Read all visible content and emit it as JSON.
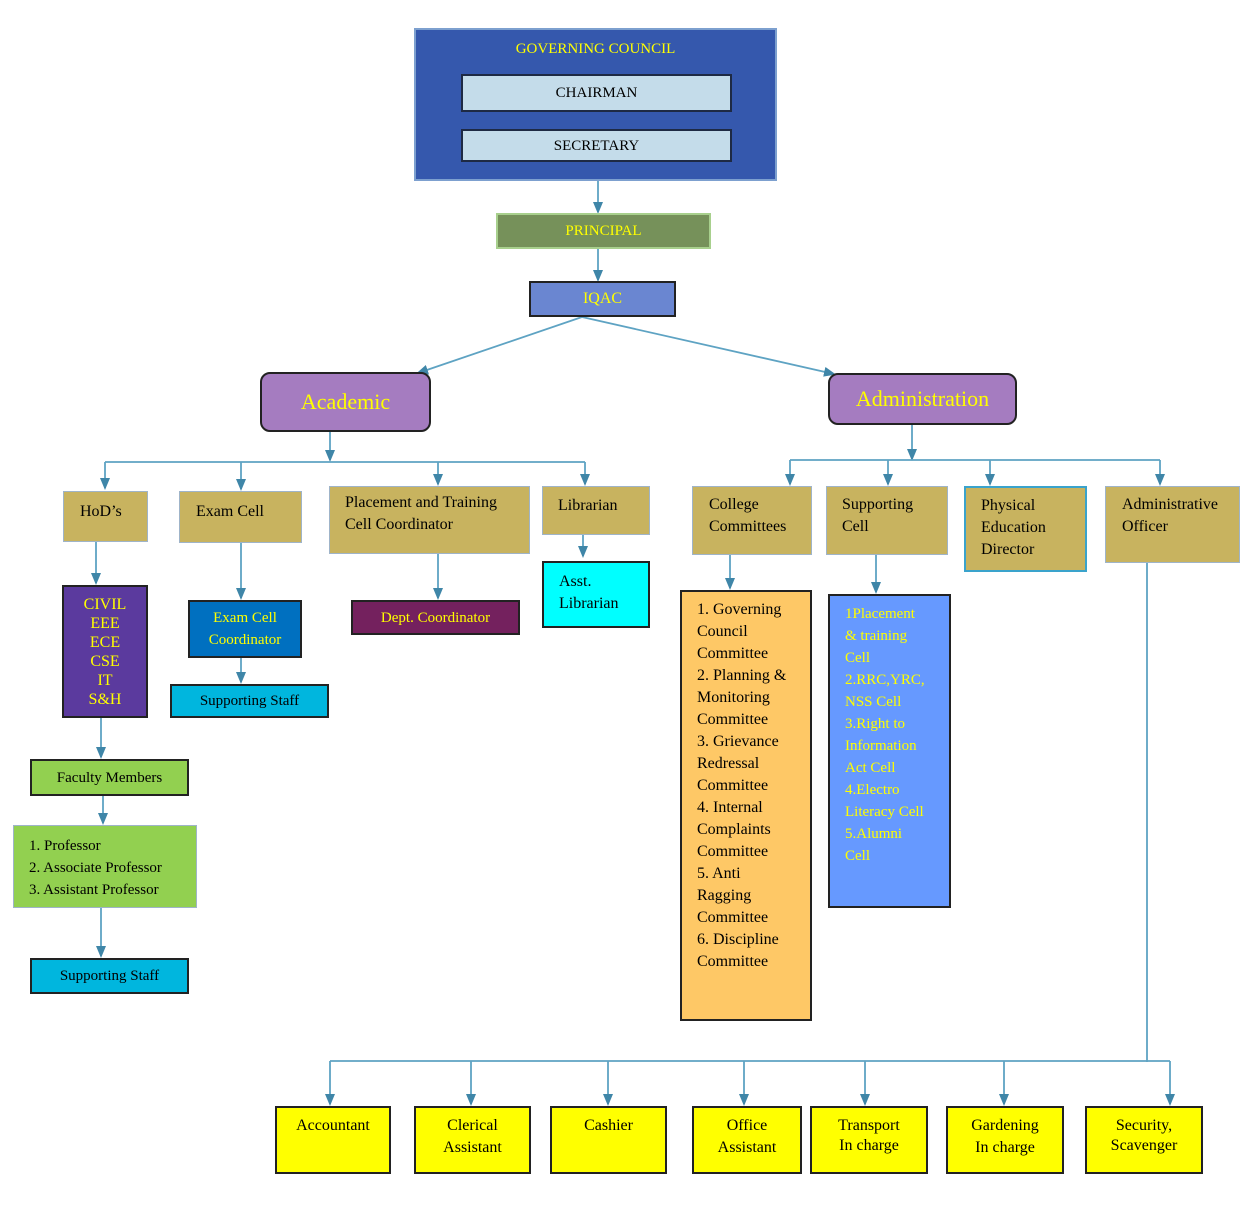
{
  "governance": {
    "council": "GOVERNING COUNCIL",
    "chairman": "CHAIRMAN",
    "secretary": "SECRETARY",
    "principal": "PRINCIPAL",
    "iqac": "IQAC"
  },
  "academic": {
    "label": "Academic",
    "hods": "HoD’s",
    "departments": "CIVIL\nEEE\nECE\nCSE\nIT\nS&H",
    "faculty_members": "Faculty Members",
    "faculty_ranks": "1. Professor\n2. Associate Professor\n3. Assistant Professor",
    "faculty_supporting_staff": "Supporting Staff",
    "exam_cell": "Exam Cell",
    "exam_cell_coordinator": "Exam Cell\nCoordinator",
    "exam_supporting_staff": "Supporting Staff",
    "placement_coordinator": "Placement and Training\nCell Coordinator",
    "dept_coordinator": "Dept. Coordinator",
    "librarian": "Librarian",
    "asst_librarian": "Asst.\nLibrarian"
  },
  "administration": {
    "label": "Administration",
    "college_committees": "College\nCommittees",
    "committee_list": "1. Governing\nCouncil\nCommittee\n2. Planning &\nMonitoring\nCommittee\n3. Grievance\nRedressal\nCommittee\n4. Internal\nComplaints\nCommittee\n5. Anti\nRagging\nCommittee\n6. Discipline\nCommittee",
    "supporting_cell": "Supporting\nCell",
    "cell_list": "1Placement\n& training\nCell\n2.RRC,YRC,\nNSS Cell\n3.Right to\nInformation\nAct Cell\n4.Electro\nLiteracy Cell\n5.Alumni\nCell",
    "physical_education": "Physical\nEducation\nDirector",
    "admin_officer": "Administrative\nOfficer"
  },
  "staff": {
    "accountant": "Accountant",
    "clerical": "Clerical\nAssistant",
    "cashier": "Cashier",
    "office_assistant": "Office\nAssistant",
    "transport": "Transport\nIn charge",
    "gardening": "Gardening\nIn charge",
    "security": "Security,\nScavenger"
  },
  "colors": {
    "council_bg": "#3558ad",
    "principal_bg": "#76915a",
    "iqac_bg": "#6a86d1",
    "division_bg": "#a57cc0",
    "tan": "#c8b35f",
    "purple": "#5b3a9e",
    "green": "#92d050",
    "cyan": "#00b6de",
    "orange": "#fec866",
    "blue": "#6699ff",
    "yellow": "#ffff00",
    "connector": "#5ea3c3"
  }
}
